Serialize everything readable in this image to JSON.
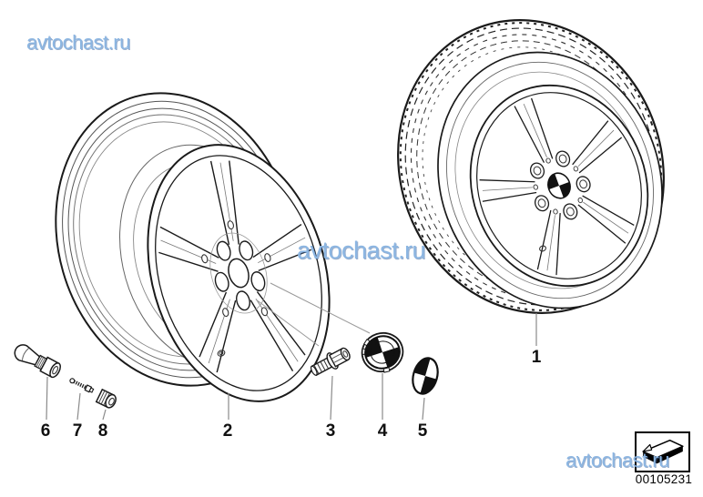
{
  "watermark": {
    "text": "avtochast.ru"
  },
  "callouts": [
    "1",
    "2",
    "3",
    "4",
    "5",
    "6",
    "7",
    "8"
  ],
  "footer": {
    "part_number": "00105231"
  },
  "icons": {
    "direction_arrow": "direction-arrow-icon"
  },
  "colors": {
    "line": "#1a1a1a",
    "watermark": "#8cb6e2",
    "leader": "#8a8a8a",
    "roundel": "#111111"
  }
}
